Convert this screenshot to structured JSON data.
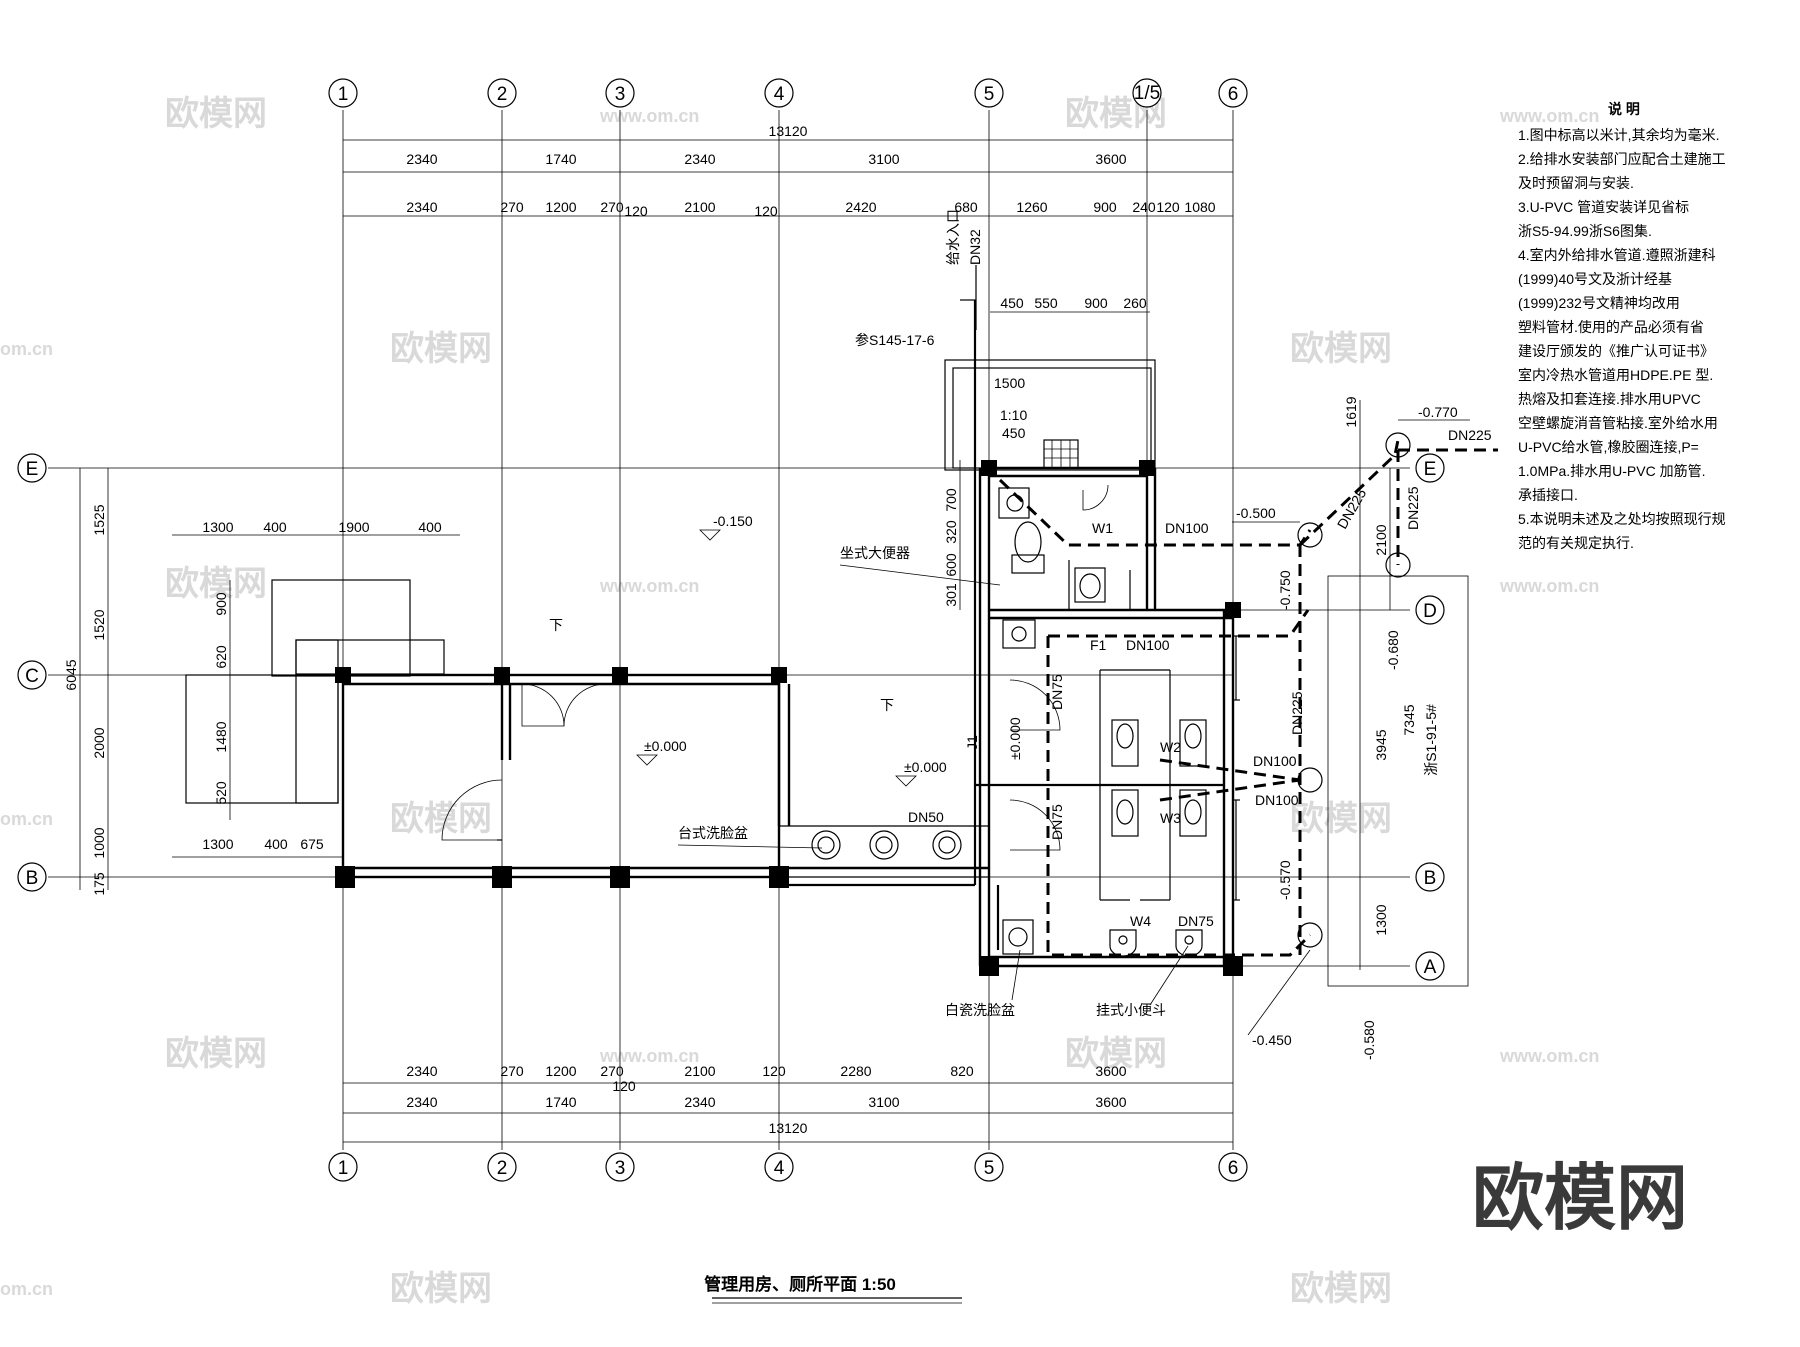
{
  "watermarks": {
    "brand": "欧模网",
    "site": "www.om.cn",
    "partial_site": "om.cn"
  },
  "drawing_title": "管理用房、厕所平面  1:50",
  "axes": {
    "vertical": [
      "1",
      "2",
      "3",
      "4",
      "5",
      "1/5",
      "6"
    ],
    "horizontal": [
      "E",
      "D",
      "C",
      "B",
      "A"
    ]
  },
  "dimensions": {
    "top_total": "13120",
    "top_row1": [
      "2340",
      "1740",
      "2340",
      "3100",
      "3600"
    ],
    "top_row2": [
      "2340",
      "270",
      "1200",
      "270",
      "120",
      "2100",
      "120",
      "2420",
      "680",
      "1260",
      "900",
      "240",
      "120",
      "1080"
    ],
    "bottom_row1": [
      "2340",
      "270",
      "1200",
      "270",
      "2100",
      "120",
      "2280",
      "820",
      "3600"
    ],
    "bottom_row1_sub": "120",
    "bottom_row2": [
      "2340",
      "1740",
      "2340",
      "3100",
      "3600"
    ],
    "bottom_total": "13120",
    "left_outer": [
      "1525",
      "1520",
      "2000",
      "1000",
      "175"
    ],
    "left_total": "6045",
    "left_inner": [
      "900",
      "620",
      "1480",
      "520"
    ],
    "planter_top": [
      "1300",
      "400",
      "1900",
      "400"
    ],
    "planter_bottom": [
      "1300",
      "400",
      "675"
    ],
    "toilet_top": [
      "450",
      "550",
      "900",
      "260"
    ],
    "toilet_detail": [
      "1500",
      "1:10",
      "450"
    ],
    "toilet_left": [
      "700",
      "320",
      "600",
      "301"
    ],
    "right": [
      "1619",
      "2100",
      "3945",
      "7345",
      "1300"
    ]
  },
  "elevations": {
    "e1": "-0.150",
    "e2": "±0.000",
    "e3": "±0.000",
    "e4": "±0.000",
    "e5": "-0.770",
    "e6": "-0.500",
    "e7": "-0.750",
    "e8": "-0.680",
    "e9": "-0.570",
    "e10": "-0.580",
    "e11": "-0.450"
  },
  "labels": {
    "down1": "下",
    "down2": "下",
    "water_inlet": "给水入口",
    "dn32": "DN32",
    "ref": "参S145-17-6",
    "seat_toilet": "坐式大便器",
    "basin_counter": "台式洗脸盆",
    "basin_porcelain": "白瓷洗脸盆",
    "urinal": "挂式小便斗",
    "w1": "W1",
    "w2": "W2",
    "w3": "W3",
    "w4": "W4",
    "f1": "F1",
    "j1": "J1",
    "dn100_a": "DN100",
    "dn100_b": "DN100",
    "dn100_c": "DN100",
    "dn100_d": "DN100",
    "dn225_a": "DN225",
    "dn225_b": "DN225",
    "dn225_c": "DN225",
    "dn225_d": "DN225",
    "dn75_a": "DN75",
    "dn75_b": "DN75",
    "dn75_c": "DN75",
    "dn50": "DN50",
    "std": "浙S1-91-5#"
  },
  "notes": {
    "title": "说  明",
    "lines": [
      "1.图中标高以米计,其余均为毫米.",
      "2.给排水安装部门应配合土建施工",
      "  及时预留洞与安装.",
      "3.U-PVC   管道安装详见省标",
      "  浙S5-94.99浙S6图集.",
      "4.室内外给排水管道.遵照浙建科",
      "  (1999)40号文及浙计经基",
      "  (1999)232号文精神均改用",
      "  塑料管材.使用的产品必须有省",
      "  建设厅颁发的《推广认可证书》",
      "  室内冷热水管道用HDPE.PE            型.",
      "  热熔及扣套连接.排水用UPVC",
      "  空壁螺旋消音管粘接.室外给水用",
      "  U-PVC给水管,橡胶圈连接,P=",
      "  1.0MPa.排水用U-PVC          加筋管.",
      "  承插接口.",
      "5.本说明未述及之处均按照现行规",
      "  范的有关规定执行."
    ]
  }
}
